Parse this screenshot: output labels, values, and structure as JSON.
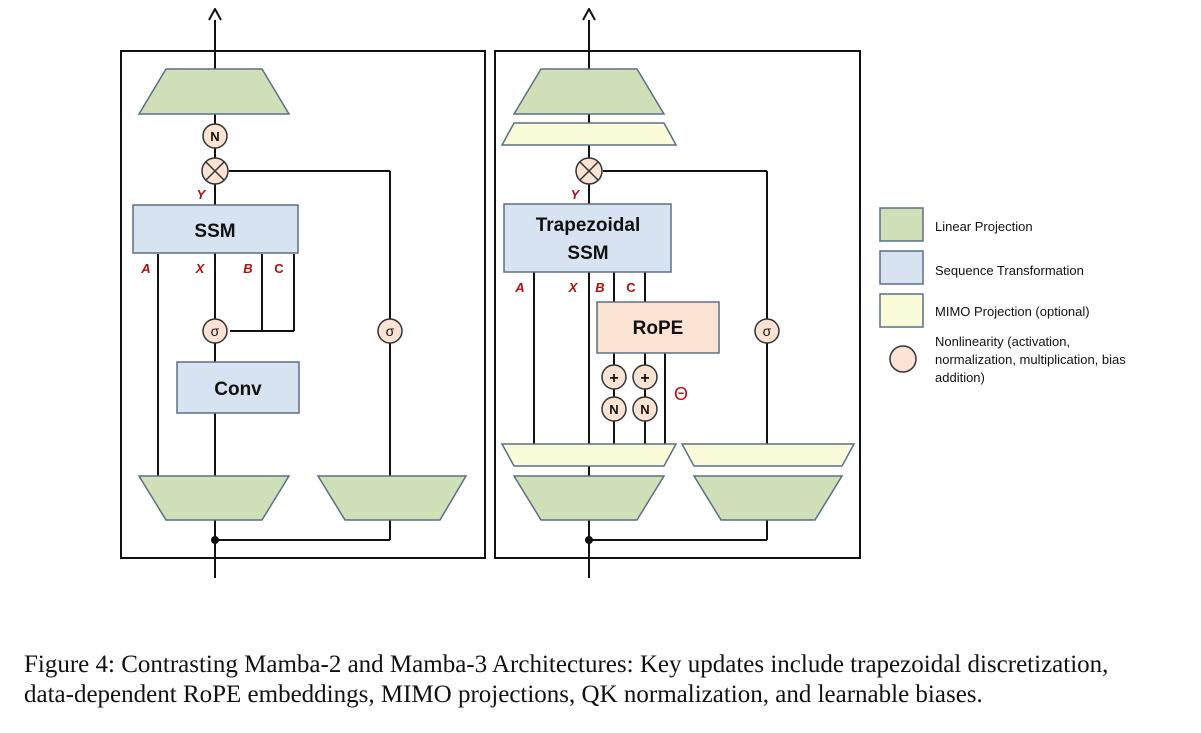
{
  "colors": {
    "linear": "#cfe0b8",
    "sequence": "#d7e3f1",
    "mimo": "#f9fbd9",
    "nonlin": "#fbe3d3",
    "rope": "#fbe3d3",
    "outline": "#5b6e86",
    "line": "#111111",
    "letter_red": "#b01010"
  },
  "mamba2": {
    "ssm_label": "SSM",
    "conv_label": "Conv",
    "norm_label": "N",
    "sigma_label": "σ",
    "y_label": "Y",
    "a_label": "A",
    "x_label": "X",
    "b_label": "B",
    "c_label": "C"
  },
  "mamba3": {
    "ssm_label_line1": "Trapezoidal",
    "ssm_label_line2": "SSM",
    "rope_label": "RoPE",
    "plus_label": "+",
    "norm_label": "N",
    "theta_label": "Θ",
    "sigma_label": "σ",
    "y_label": "Y",
    "a_label": "A",
    "x_label": "X",
    "b_label": "B",
    "c_label": "C"
  },
  "legend": {
    "items": [
      {
        "icon": "linear-projection-swatch",
        "label": "Linear Projection"
      },
      {
        "icon": "sequence-transformation-swatch",
        "label": "Sequence Transformation"
      },
      {
        "icon": "mimo-projection-swatch",
        "label": "MIMO Projection (optional)"
      },
      {
        "icon": "nonlinearity-circle",
        "label_lines": [
          "Nonlinearity (activation,",
          "normalization, multiplication, bias",
          "addition)"
        ]
      }
    ]
  },
  "caption": {
    "line1": "Figure 4: Contrasting Mamba-2 and Mamba-3 Architectures: Key updates include trapezoidal discretization,",
    "line2": "data-dependent RoPE embeddings, MIMO projections, QK normalization, and learnable biases."
  }
}
